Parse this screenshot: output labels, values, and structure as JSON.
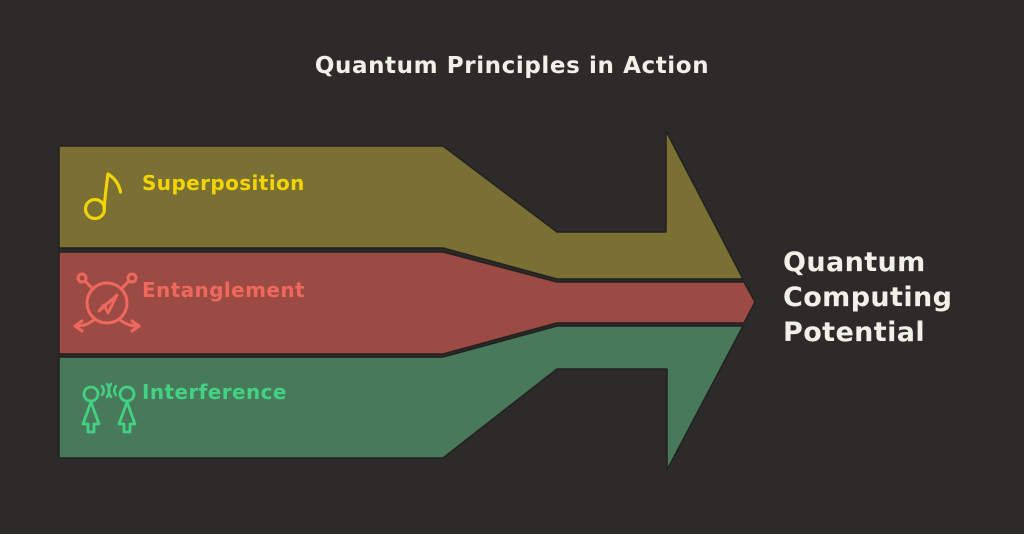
{
  "title": "Quantum Principles in Action",
  "background_color": "#2d2b2a",
  "outline_color": "#232120",
  "bands": [
    {
      "label": "Superposition",
      "icon": "eighth-note-icon",
      "fill_color": "#7a7033",
      "accent_color": "#f2d406"
    },
    {
      "label": "Entanglement",
      "icon": "entangled-network-icon",
      "fill_color": "#9c4a44",
      "accent_color": "#ef685d"
    },
    {
      "label": "Interference",
      "icon": "people-communication-icon",
      "fill_color": "#48795b",
      "accent_color": "#43d183"
    }
  ],
  "result": {
    "lines": [
      "Quantum",
      "Computing",
      "Potential"
    ],
    "color": "#f3efe9"
  }
}
